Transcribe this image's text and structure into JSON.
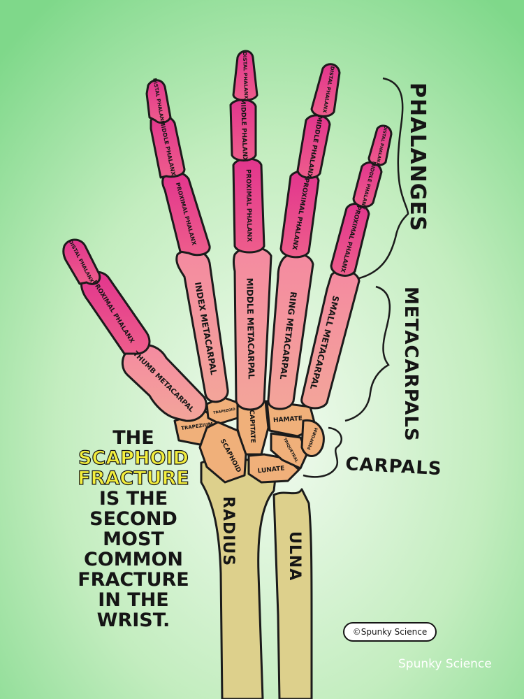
{
  "colors": {
    "bg_center": "#f2fbf0",
    "bg_edge": "#7fd88a",
    "phalanx": "#e9498f",
    "metacarpal": "#f0a0a0",
    "carpal": "#f0b07a",
    "forearm": "#ddd08c",
    "highlight": "#f4ef3d"
  },
  "groups": {
    "phalanges": "PHALANGES",
    "metacarpals": "METACARPALS",
    "carpals": "CARPALS",
    "radius": "RADIUS",
    "ulna": "ULNA"
  },
  "bones": {
    "distal_phalanx": "DISTAL PHALANX",
    "middle_phalanx": "MIDDLE PHALANX",
    "proximal_phalanx": "PROXIMAL PHALANX",
    "thumb_metacarpal": "THUMB METACARPAL",
    "index_metacarpal": "INDEX METACARPAL",
    "middle_metacarpal": "MIDDLE METACARPAL",
    "ring_metacarpal": "RING METACARPAL",
    "small_metacarpal": "SMALL METACARPAL",
    "trapezium": "TRAPEZIUM",
    "trapezoid": "TRAPEZOID",
    "capitate": "CAPITATE",
    "hamate": "HAMATE",
    "pisiform": "PISIFORM",
    "triquetral": "TRIQUETRAL",
    "scaphoid": "SCAPHOID",
    "lunate": "LUNATE"
  },
  "fact": {
    "line1": "THE",
    "highlight1": "SCAPHOID",
    "highlight2": "FRACTURE",
    "line4": "IS THE",
    "line5": "SECOND",
    "line6": "MOST",
    "line7": "COMMON",
    "line8": "FRACTURE",
    "line9": "IN THE",
    "line10": "WRIST."
  },
  "credit": "©Spunky Science",
  "watermark": "Spunky Science"
}
